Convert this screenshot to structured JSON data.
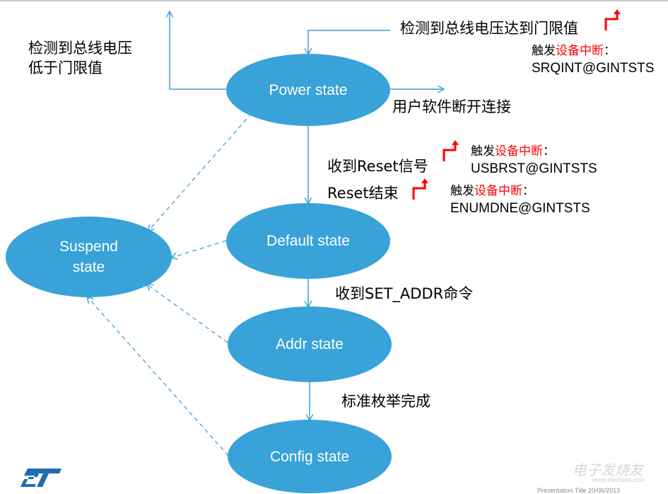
{
  "states": {
    "power": "Power state",
    "default": "Default state",
    "addr": "Addr state",
    "config": "Config state",
    "suspend_line1": "Suspend",
    "suspend_line2": "state"
  },
  "labels": {
    "vbus_low_line1": "检测到总线电压",
    "vbus_low_line2": "低于门限值",
    "vbus_reach": "检测到总线电压达到门限值",
    "user_disconnect": "用户软件断开连接",
    "reset_received": "收到Reset信号",
    "reset_end": "Reset结束",
    "set_addr": "收到SET_ADDR命令",
    "enum_done": "标准枚举完成"
  },
  "interrupts": [
    {
      "trigger": "触发",
      "source": "设备中断",
      "colon": "：",
      "flag": "SRQINT@GINTSTS"
    },
    {
      "trigger": "触发",
      "source": "设备中断",
      "colon": "：",
      "flag": "USBRST@GINTSTS"
    },
    {
      "trigger": "触发",
      "source": "设备中断",
      "colon": "：",
      "flag": "ENUMDNE@GINTSTS"
    }
  ],
  "footer": "Presentation Title    20/06/2013",
  "watermark": {
    "brand": "电子发烧友",
    "url": "www.elecfans.com"
  },
  "colors": {
    "state_fill": "#38a2d9",
    "arrow": "#3d9fd8",
    "highlight": "#ff0000"
  }
}
